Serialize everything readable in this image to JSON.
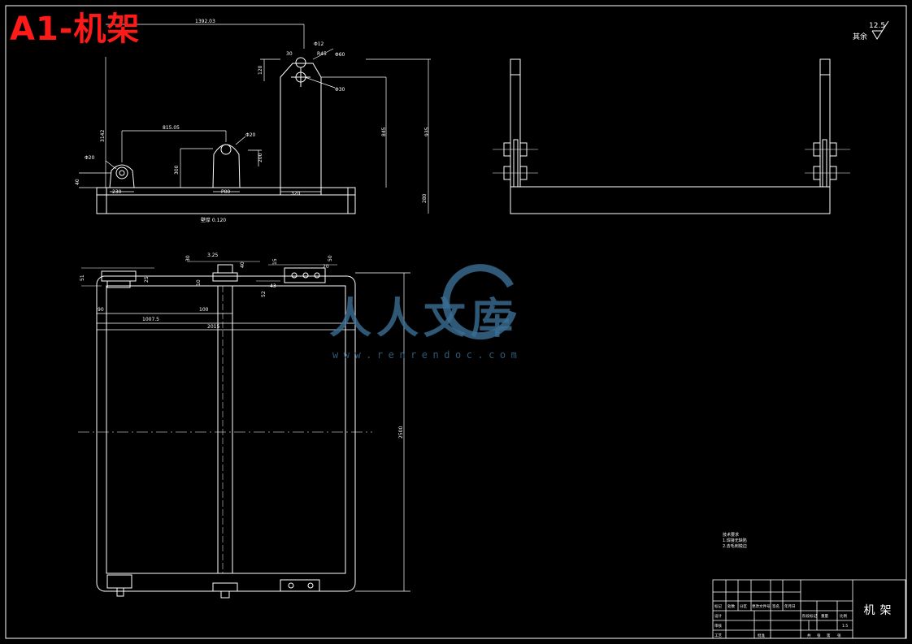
{
  "sheet_title": "A1-机架",
  "roughness": {
    "label": "其余",
    "value": "12.5"
  },
  "watermark": {
    "text": "人人文库",
    "url": "www.renrendoc.com"
  },
  "part_name": "机架",
  "tech_notes": [
    "技术要求",
    "1.焊接无缺陷",
    "2.去毛刺锐边"
  ],
  "front_view": {
    "dims": [
      "1392.03",
      "815.05",
      "Φ20",
      "Φ20",
      "Φ12",
      "R45",
      "Φ60",
      "Φ30",
      "300",
      "320",
      "845",
      "935",
      "P00",
      "230",
      "280",
      "200",
      "40",
      "120",
      "30",
      "3142",
      "壁厚 0.120"
    ]
  },
  "top_view": {
    "dims": [
      "90",
      "1007.5",
      "2015",
      "2500",
      "100",
      "50",
      "30",
      "20",
      "25",
      "15",
      "52",
      "10",
      "40",
      "3.25",
      "43",
      "51"
    ]
  },
  "title_block": {
    "headers": [
      "标记",
      "处数",
      "分区",
      "更改文件号",
      "签名",
      "年月日"
    ],
    "fields": [
      "阶段标记",
      "重量",
      "比例"
    ],
    "roles": [
      "设计",
      "审核",
      "工艺",
      "批准"
    ],
    "sheet": [
      "共",
      "张",
      "第",
      "张"
    ],
    "scale": "1:5"
  }
}
